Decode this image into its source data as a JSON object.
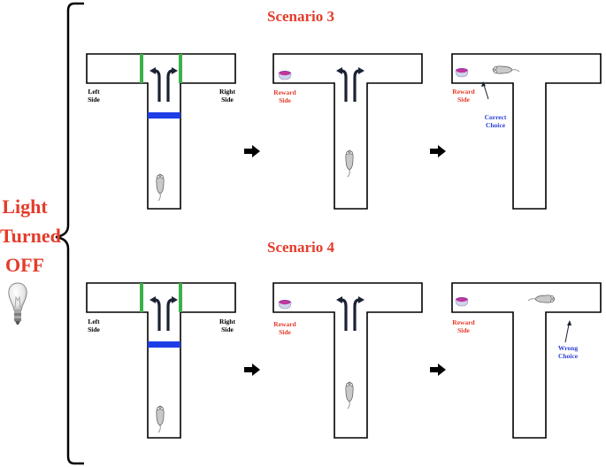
{
  "colors": {
    "title": "#e53b2a",
    "reward": "#e53b2a",
    "choice": "#2b3fd8",
    "door": "#3cb14a",
    "gate": "#1f3ee6",
    "arrow": "#1a2233",
    "outline": "#000000"
  },
  "left_panel": {
    "label_line1": "Light",
    "label_line2": "Turned",
    "label_line3": "OFF",
    "icon": "lightbulb-icon"
  },
  "scenario3": {
    "title": "Scenario 3",
    "panel1": {
      "left_side_l1": "Left",
      "left_side_l2": "Side",
      "right_side_l1": "Right",
      "right_side_l2": "Side"
    },
    "panel2": {
      "reward_l1": "Reward",
      "reward_l2": "Side"
    },
    "panel3": {
      "reward_l1": "Reward",
      "reward_l2": "Side",
      "choice_l1": "Correct",
      "choice_l2": "Choice"
    }
  },
  "scenario4": {
    "title": "Scenario 4",
    "panel1": {
      "left_side_l1": "Left",
      "left_side_l2": "Side",
      "right_side_l1": "Right",
      "right_side_l2": "Side"
    },
    "panel2": {
      "reward_l1": "Reward",
      "reward_l2": "Side"
    },
    "panel3": {
      "reward_l1": "Reward",
      "reward_l2": "Side",
      "choice_l1": "Wrong",
      "choice_l2": "Choice"
    }
  },
  "icons": [
    "rat-icon",
    "food-bowl-icon",
    "right-arrow-icon",
    "choice-arrow-icon",
    "lightbulb-icon"
  ]
}
